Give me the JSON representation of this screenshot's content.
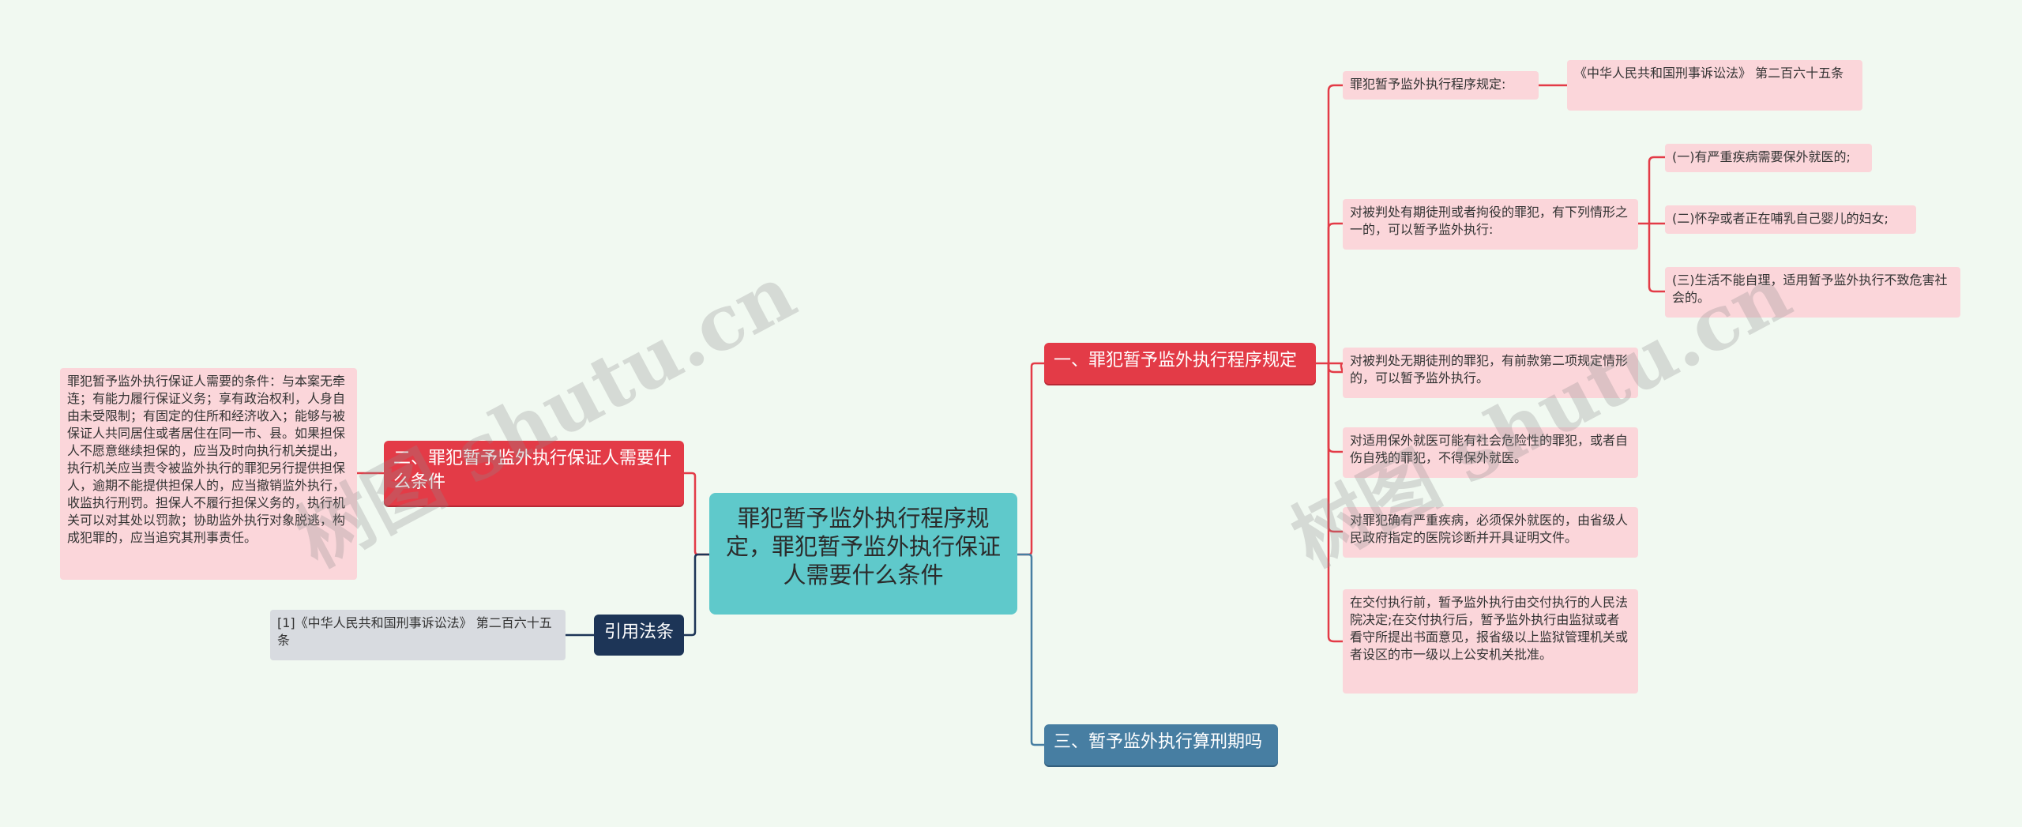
{
  "root": {
    "title": "罪犯暂予监外执行程序规定，罪犯暂予监外执行保证人需要什么条件"
  },
  "branches": {
    "one": {
      "title": "一、罪犯暂予监外执行程序规定",
      "items": {
        "rule_label": "罪犯暂予监外执行程序规定:",
        "rule_law": "《中华人民共和国刑事诉讼法》 第二百六十五条",
        "condition": "对被判处有期徒刑或者拘役的罪犯，有下列情形之一的，可以暂予监外执行:",
        "sub1": "(一)有严重疾病需要保外就医的;",
        "sub2": "(二)怀孕或者正在哺乳自己婴儿的妇女;",
        "sub3": "(三)生活不能自理，适用暂予监外执行不致危害社会的。",
        "life": "对被判处无期徒刑的罪犯，有前款第二项规定情形的，可以暂予监外执行。",
        "danger": "对适用保外就医可能有社会危险性的罪犯，或者自伤自残的罪犯，不得保外就医。",
        "medical": "对罪犯确有严重疾病，必须保外就医的，由省级人民政府指定的医院诊断并开具证明文件。",
        "decision": "在交付执行前，暂予监外执行由交付执行的人民法院决定;在交付执行后，暂予监外执行由监狱或者看守所提出书面意见，报省级以上监狱管理机关或者设区的市一级以上公安机关批准。"
      }
    },
    "two": {
      "title": "二、罪犯暂予监外执行保证人需要什么条件",
      "detail": "罪犯暂予监外执行保证人需要的条件：与本案无牵连；有能力履行保证义务；享有政治权利，人身自由未受限制；有固定的住所和经济收入；能够与被保证人共同居住或者居住在同一市、县。如果担保人不愿意继续担保的，应当及时向执行机关提出，执行机关应当责令被监外执行的罪犯另行提供担保人，逾期不能提供担保人的，应当撤销监外执行，收监执行刑罚。担保人不履行担保义务的，执行机关可以对其处以罚款；协助监外执行对象脱逃，构成犯罪的，应当追究其刑事责任。"
    },
    "three": {
      "title": "三、暂予监外执行算刑期吗"
    },
    "refs": {
      "title": "引用法条",
      "item": "[1]《中华人民共和国刑事诉讼法》 第二百六十五条"
    }
  },
  "watermark": {
    "text1": "树图 shutu.cn",
    "text2": "树图 shutu.cn"
  },
  "colors": {
    "background": "#f1f9f1",
    "root": "#5fc9cb",
    "red_branch": "#e33b47",
    "blue_branch": "#477ea2",
    "navy_branch": "#1d3557",
    "leaf_pink": "#fbd6da",
    "leaf_gray": "#d8dbe0"
  }
}
